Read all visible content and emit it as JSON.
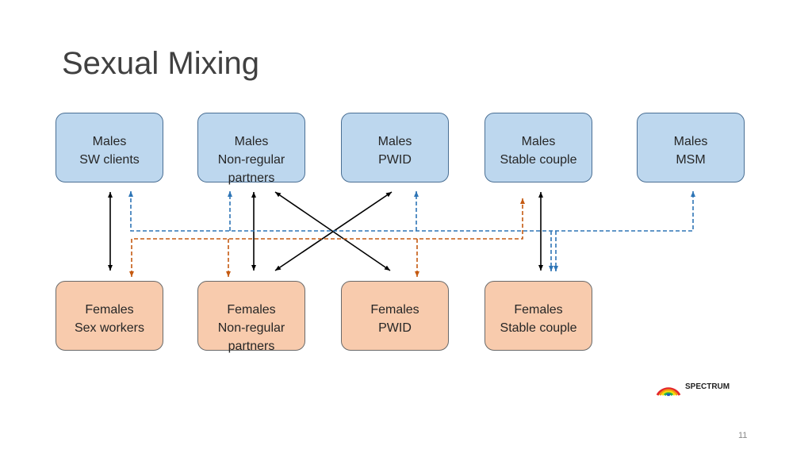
{
  "slide": {
    "title": "Sexual Mixing",
    "page_number": "11",
    "logo_text": "SPECTRUM"
  },
  "males": [
    {
      "line1": "Males",
      "line2": "SW clients",
      "line3": ""
    },
    {
      "line1": "Males",
      "line2": "Non-regular",
      "line3": "partners"
    },
    {
      "line1": "Males",
      "line2": "PWID",
      "line3": ""
    },
    {
      "line1": "Males",
      "line2": "Stable couple",
      "line3": ""
    },
    {
      "line1": "Males",
      "line2": "MSM",
      "line3": ""
    }
  ],
  "females": [
    {
      "line1": "Females",
      "line2": "Sex workers",
      "line3": ""
    },
    {
      "line1": "Females",
      "line2": "Non-regular",
      "line3": "partners"
    },
    {
      "line1": "Females",
      "line2": "PWID",
      "line3": ""
    },
    {
      "line1": "Females",
      "line2": "Stable couple",
      "line3": ""
    }
  ],
  "colors": {
    "male_fill": "#bdd7ee",
    "female_fill": "#f8cbad",
    "solid_link": "#000000",
    "blue_dashed": "#2e75b6",
    "orange_dashed": "#c55a11"
  }
}
